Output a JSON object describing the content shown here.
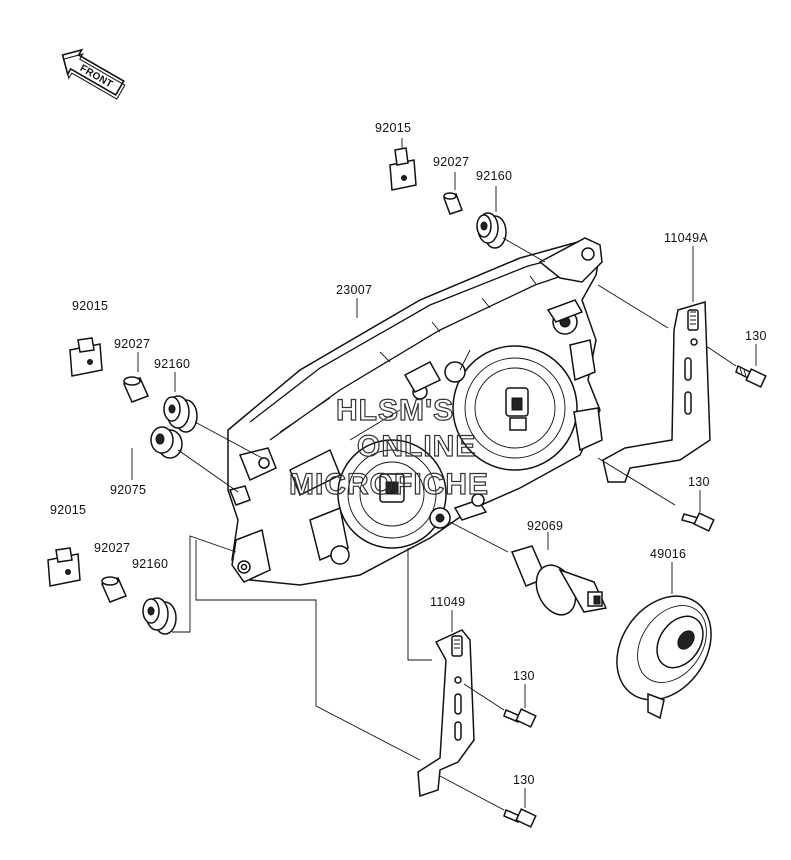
{
  "front_arrow": {
    "label": "FRONT",
    "icon": "front-arrow-icon"
  },
  "watermark": {
    "line1": "HLSM'S",
    "line2": "ONLINE",
    "line3": "MICROFICHE"
  },
  "part_labels": {
    "p92015_top": "92015",
    "p92027_top": "92027",
    "p92160_top": "92160",
    "p23007": "23007",
    "p11049A": "11049A",
    "p130_a": "130",
    "p92015_left": "92015",
    "p92027_left": "92027",
    "p92160_left": "92160",
    "p92075": "92075",
    "p130_b": "130",
    "p92015_bottom": "92015",
    "p92027_bottom": "92027",
    "p92160_bottom": "92160",
    "p92069": "92069",
    "p49016": "49016",
    "p11049": "11049",
    "p130_c": "130",
    "p130_d": "130"
  }
}
